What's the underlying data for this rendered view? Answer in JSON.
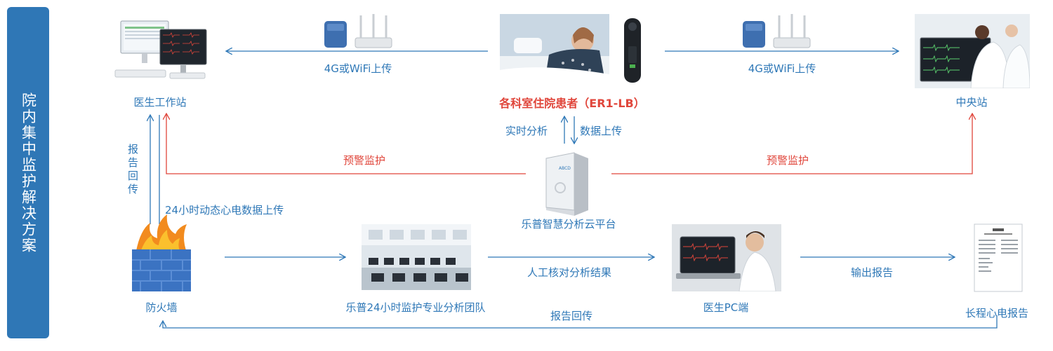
{
  "sidebar": {
    "title": "院内集中监护解决方案"
  },
  "nodes": {
    "doctor_workstation": "医生工作站",
    "patient": "各科室住院患者（ER1-LB）",
    "central_station": "中央站",
    "cloud_platform": "乐普智慧分析云平台",
    "firewall": "防火墙",
    "analysis_team": "乐普24小时监护专业分析团队",
    "doctor_pc": "医生PC端",
    "long_ecg_report": "长程心电报告"
  },
  "edges": {
    "upload_left": "4G或WiFi上传",
    "upload_right": "4G或WiFi上传",
    "realtime_analysis": "实时分析",
    "data_upload": "数据上传",
    "warning_left": "预警监护",
    "warning_right": "预警监护",
    "report_return_vertical": "报告回传",
    "holter_upload": "24小时动态心电数据上传",
    "manual_review": "人工核对分析结果",
    "output_report": "输出报告",
    "report_return_bottom": "报告回传"
  },
  "colors": {
    "blue": "#2f78b7",
    "red": "#e0463b",
    "sidebar": "#2f77b6"
  }
}
